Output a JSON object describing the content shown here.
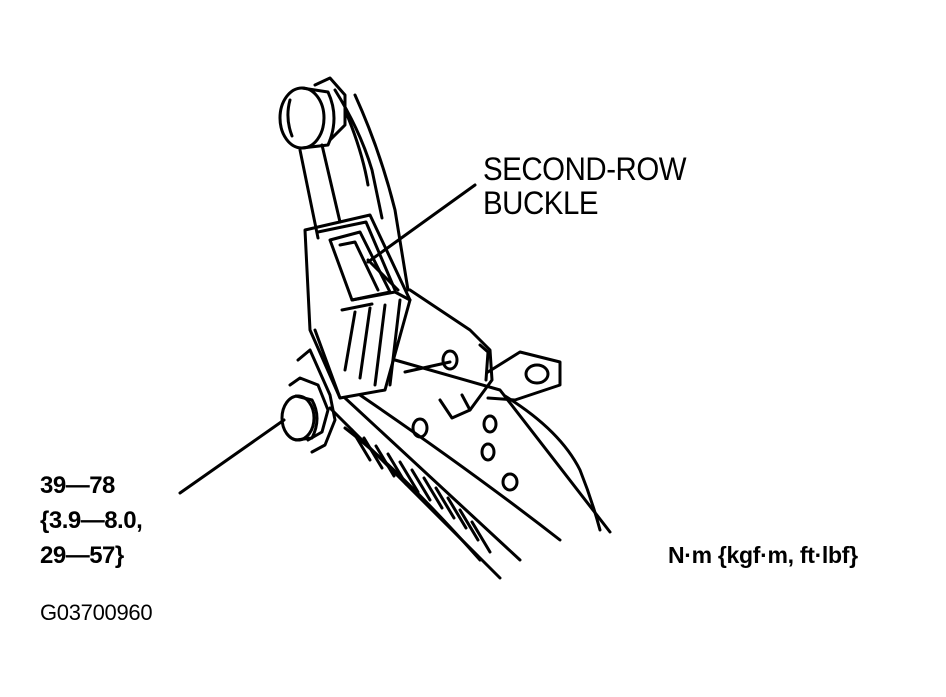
{
  "callout": {
    "line1": "SECOND-ROW",
    "line2": "BUCKLE"
  },
  "torque": {
    "line1": "39—78",
    "line2": "{3.9—8.0,",
    "line3": "29—57}"
  },
  "units": "N·m {kgf·m, ft·lbf}",
  "figure_id": "G03700960"
}
